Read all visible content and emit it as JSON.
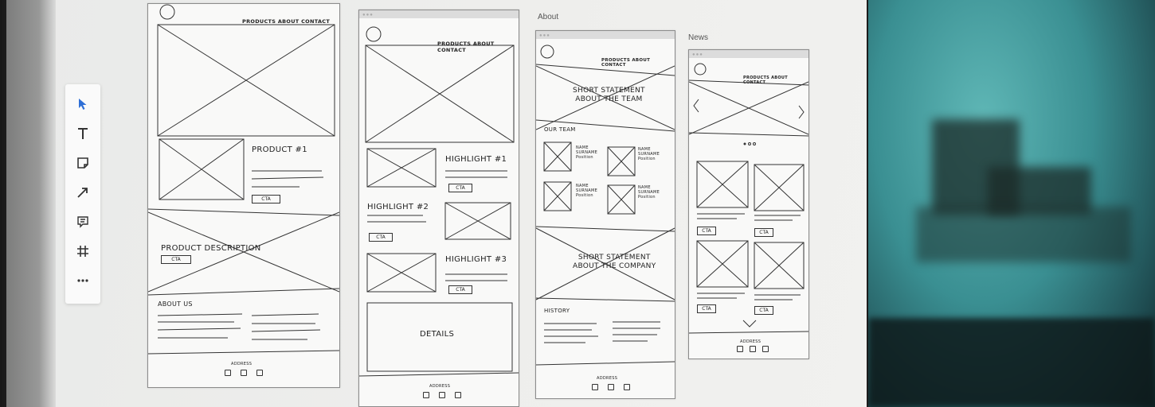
{
  "frames": {
    "about_label": "About",
    "news_label": "News"
  },
  "wireframe1": {
    "nav": "PRODUCTS  ABOUT   CONTACT",
    "product_title": "PRODUCT #1",
    "cta": "CTA",
    "product_description": "PRODUCT DESCRIPTION",
    "about_us": "ABOUT US",
    "address": "ADDRESS"
  },
  "wireframe2": {
    "nav": "PRODUCTS  ABOUT  CONTACT",
    "highlight1": "HIGHLIGHT #1",
    "highlight2": "HIGHLIGHT #2",
    "highlight3": "HIGHLIGHT #3",
    "cta": "CTA",
    "details": "DETAILS",
    "address": "ADDRESS"
  },
  "wireframe3": {
    "nav": "PRODUCTS  ABOUT  CONTACT",
    "statement_team": "SHORT STATEMENT\nABOUT THE TEAM",
    "our_team": "OUR TEAM",
    "member": "NAME\nSURNAME\nPosition",
    "statement_company": "SHORT STATEMENT\nABOUT THE COMPANY",
    "history": "HISTORY",
    "address": "ADDRESS"
  },
  "wireframe4": {
    "nav": "PRODUCTS  ABOUT  CONTACT",
    "cta": "CTA",
    "address": "ADDRESS"
  },
  "toolbar_icons": [
    "cursor-icon",
    "text-icon",
    "sticky-note-icon",
    "arrow-icon",
    "comment-icon",
    "frame-icon",
    "more-icon"
  ],
  "colors": {
    "accent": "#2f6fd6",
    "teal_bg": "#3a8f92"
  }
}
